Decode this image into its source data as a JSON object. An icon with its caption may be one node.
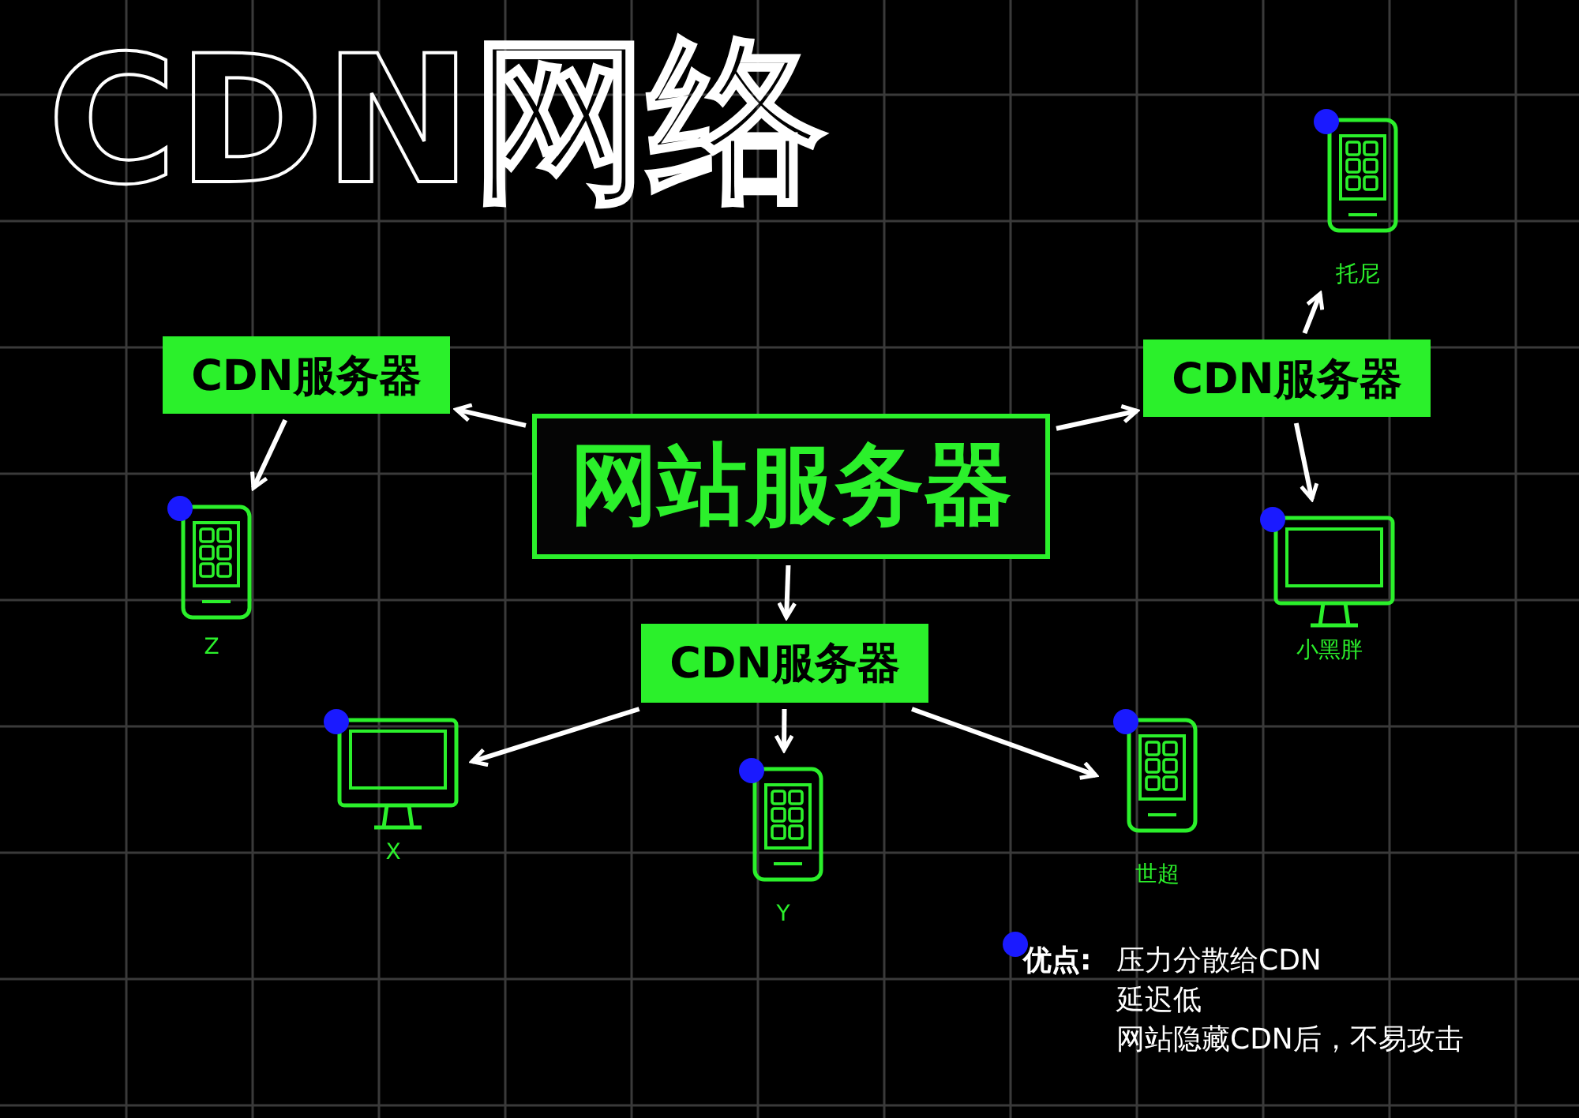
{
  "diagram": {
    "title": "CDN网络",
    "nodes": [
      {
        "text": [
          "网站服务器"
        ]
      },
      {
        "text": [
          "CDN服务器"
        ]
      },
      {
        "text": [
          "CDN服务器"
        ]
      },
      {
        "text": [
          "CDN服务器"
        ]
      },
      {
        "text": [
          "Z"
        ]
      },
      {
        "text": [
          "托尼"
        ]
      },
      {
        "text": [
          "小黑胖"
        ]
      },
      {
        "text": [
          "X"
        ]
      },
      {
        "text": [
          "Y"
        ]
      },
      {
        "text": [
          "世超"
        ]
      }
    ],
    "edges": [
      {
        "from": 0,
        "to": 1,
        "arrow": "to"
      },
      {
        "from": 0,
        "to": 2,
        "arrow": "to"
      },
      {
        "from": 0,
        "to": 3,
        "arrow": "to"
      },
      {
        "from": 1,
        "to": 4,
        "arrow": "to"
      },
      {
        "from": 2,
        "to": 5,
        "arrow": "to"
      },
      {
        "from": 2,
        "to": 6,
        "arrow": "to"
      },
      {
        "from": 3,
        "to": 7,
        "arrow": "to"
      },
      {
        "from": 3,
        "to": 8,
        "arrow": "to"
      },
      {
        "from": 3,
        "to": 9,
        "arrow": "to"
      }
    ],
    "labels": [
      "优点:",
      "压力分散给CDN",
      "延迟低",
      "网站隐藏CDN后，不易攻击"
    ]
  }
}
